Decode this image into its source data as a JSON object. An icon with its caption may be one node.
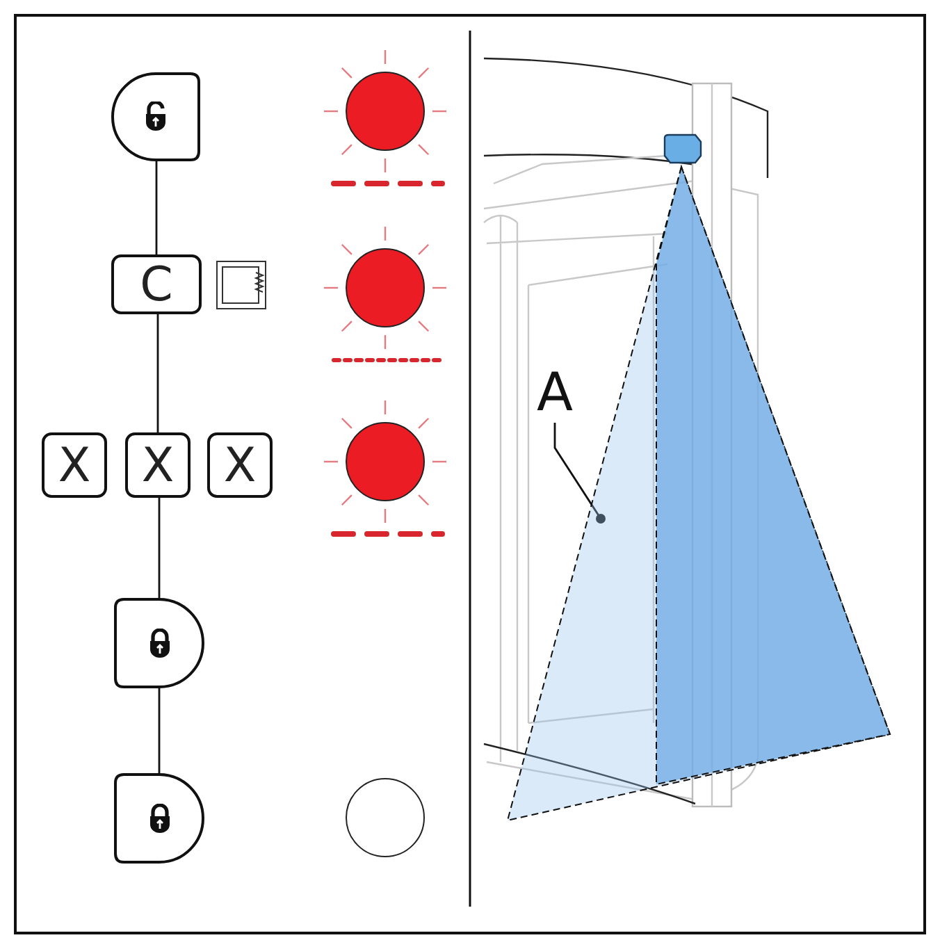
{
  "diagram": {
    "nodes": [
      {
        "text": [],
        "shape": "button"
      },
      {
        "text": [
          "C"
        ]
      },
      {
        "text": [
          "X"
        ]
      },
      {
        "text": [
          "X"
        ]
      },
      {
        "text": [
          "X"
        ]
      },
      {
        "text": [],
        "shape": "button"
      },
      {
        "text": [],
        "shape": "button"
      },
      {
        "text": [
          "A"
        ]
      },
      {
        "text": [],
        "shape": "triangle"
      }
    ],
    "edges": [
      {
        "from": 0,
        "to": 1,
        "arrow": "none"
      },
      {
        "from": 1,
        "to": 3,
        "arrow": "none"
      },
      {
        "from": 3,
        "to": 5,
        "arrow": "none"
      },
      {
        "from": 5,
        "to": 6,
        "arrow": "none"
      },
      {
        "from": 7,
        "to": 8,
        "arrow": "other"
      }
    ]
  }
}
